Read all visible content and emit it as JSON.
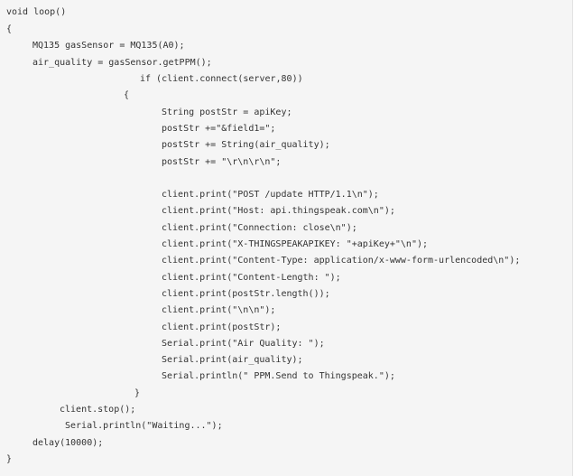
{
  "code": {
    "lines": [
      "void loop()",
      "{",
      "MQ135 gasSensor = MQ135(A0);",
      "air_quality = gasSensor.getPPM();",
      "if (client.connect(server,80))",
      "{",
      "String postStr = apiKey;",
      "postStr +=\"&field1=\";",
      "postStr += String(air_quality);",
      "postStr += \"\\r\\n\\r\\n\";",
      "client.print(\"POST /update HTTP/1.1\\n\");",
      "client.print(\"Host: api.thingspeak.com\\n\");",
      "client.print(\"Connection: close\\n\");",
      "client.print(\"X-THINGSPEAKAPIKEY: \"+apiKey+\"\\n\");",
      "client.print(\"Content-Type: application/x-www-form-urlencoded\\n\");",
      "client.print(\"Content-Length: \");",
      "client.print(postStr.length());",
      "client.print(\"\\n\\n\");",
      "client.print(postStr);",
      "Serial.print(\"Air Quality: \");",
      "Serial.print(air_quality);",
      "Serial.println(\" PPM.Send to Thingspeak.\");",
      "}",
      "client.stop();",
      "Serial.println(\"Waiting...\");",
      "delay(10000);",
      "}"
    ]
  }
}
